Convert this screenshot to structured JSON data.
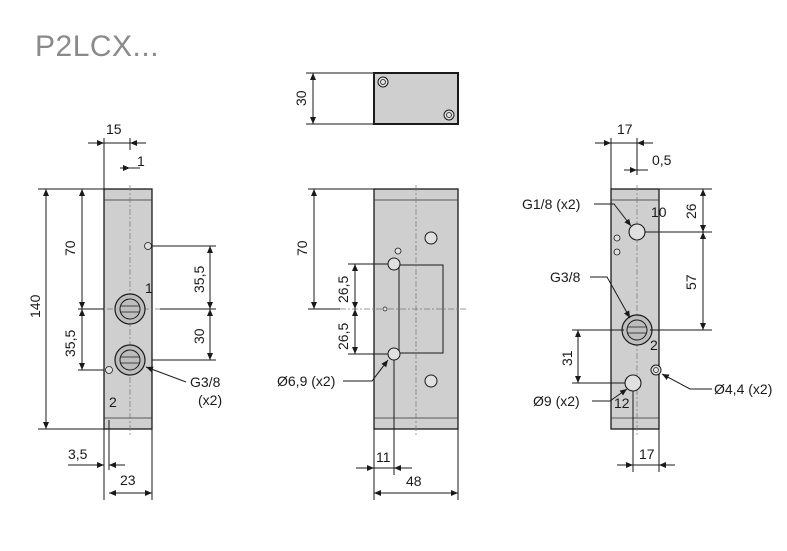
{
  "title": "P2LCX...",
  "colors": {
    "body_fill": "#cfcfcf",
    "line": "#1a1a1a",
    "title": "#8a8a8a"
  },
  "left_view": {
    "dims": {
      "top_width": "15",
      "offset": "1",
      "overall_height": "140",
      "upper": "70",
      "lower": "35,5",
      "right_upper": "35,5",
      "right_lower": "30",
      "port_label_line1": "G3/8",
      "port_label_line2": "(x2)",
      "bottom_offset": "3,5",
      "bottom_width": "23"
    },
    "markings": {
      "mark_1": "1",
      "mark_2": "2"
    }
  },
  "center_view": {
    "dims": {
      "top_height": "30",
      "height": "70",
      "upper": "26,5",
      "lower": "26,5",
      "hole_label": "Ø6,9 (x2)",
      "bottom_offset": "11",
      "bottom_width": "48"
    }
  },
  "right_view": {
    "dims": {
      "top_width": "17",
      "offset": "0,5",
      "port_small_label": "G1/8 (x2)",
      "port_label": "G3/8",
      "right_upper": "26",
      "right_middle": "57",
      "left_lower": "31",
      "hole_label": "Ø9 (x2)",
      "mount_label": "Ø4,4 (x2)",
      "bottom_width": "17"
    },
    "markings": {
      "mark_10": "10",
      "mark_2": "2",
      "mark_12": "12"
    }
  }
}
